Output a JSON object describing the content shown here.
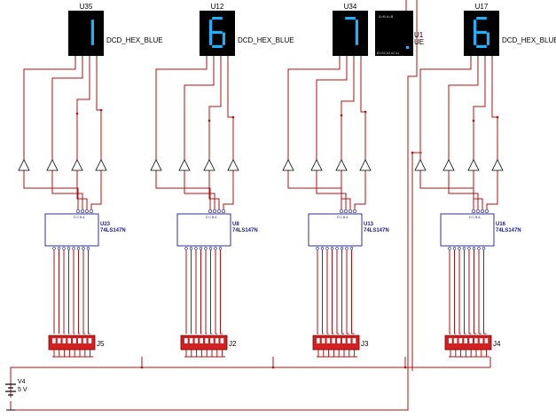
{
  "displays": [
    {
      "ref": "U35",
      "type": "DCD_HEX_BLUE",
      "digit": "1",
      "show_type": true
    },
    {
      "ref": "U12",
      "type": "DCD_HEX_BLUE",
      "digit": "6",
      "show_type": true
    },
    {
      "ref": "U34",
      "type": "DCD_HEX_BLUE",
      "digit": "7",
      "show_type": false
    },
    {
      "ref": "U17",
      "type": "DCD_HEX_BLUE",
      "digit": "6",
      "show_type": true
    }
  ],
  "adders": [
    {
      "ref": "U23",
      "part": "74LS147N",
      "pin_text": "D C B A"
    },
    {
      "ref": "U8",
      "part": "74LS147N",
      "pin_text": "D C B A"
    },
    {
      "ref": "U13",
      "part": "74LS147N",
      "pin_text": "D C B A"
    },
    {
      "ref": "U16",
      "part": "74LS147N",
      "pin_text": "D C B A"
    }
  ],
  "switches": [
    {
      "ref": "J5"
    },
    {
      "ref": "J2"
    },
    {
      "ref": "J3"
    },
    {
      "ref": "J4"
    }
  ],
  "comparator": {
    "ref": "U1",
    "suffix": "UE",
    "top_pins": "A>B  A=B",
    "bottom_pins": "B3 B2  A3 A2  A1"
  },
  "power": {
    "ref": "V4",
    "value": "5 V"
  },
  "colors": {
    "wire": "#b01010",
    "component": "#1a1a8c",
    "display_bg": "#000000",
    "segment": "#1fb0ff",
    "switch": "#d42020"
  }
}
